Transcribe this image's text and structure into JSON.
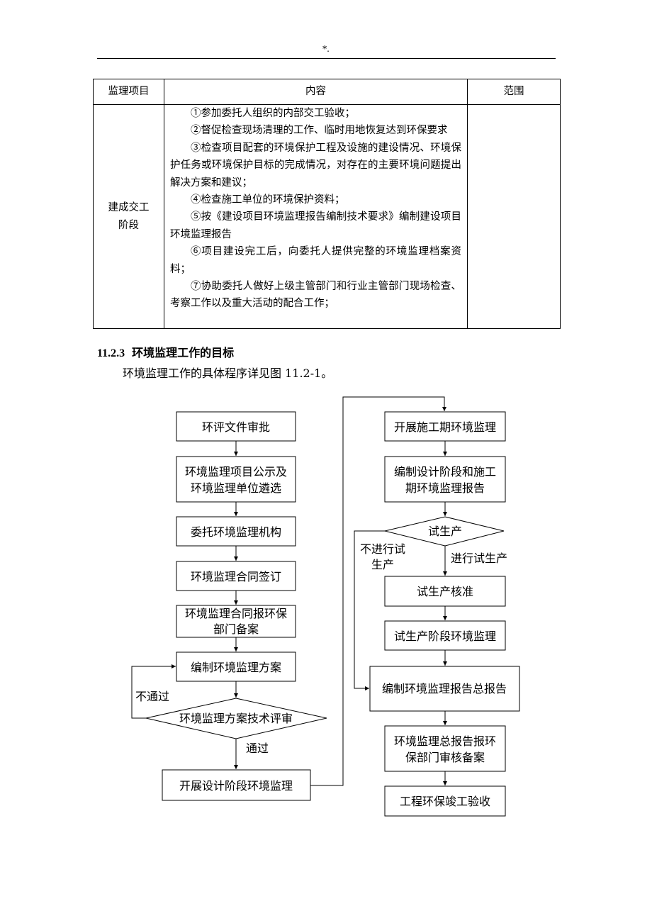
{
  "header": {
    "mark": "*."
  },
  "table": {
    "headers": [
      "监理项目",
      "内容",
      "范围"
    ],
    "row": {
      "stage_line1": "建成交工",
      "stage_line2": "阶段",
      "items": [
        "①参加委托人组织的内部交工验收；",
        "②督促检查现场清理的工作、临时用地恢复达到环保要求",
        "③检查项目配套的环境保护工程及设施的建设情况、环境保护任务或环境保护目标的完成情况，对存在的主要环境问题提出解决方案和建议；",
        "④检查施工单位的环境保护资料；",
        "⑤按《建设项目环境监理报告编制技术要求》编制建设项目环境监理报告",
        "⑥项目建设完工后，向委托人提供完整的环境监理档案资料；",
        "⑦协助委托人做好上级主管部门和行业主管部门现场检查、考察工作以及重大活动的配合工作；"
      ],
      "scope": ""
    }
  },
  "section": {
    "number": "11.2.3",
    "title": "环境监理工作的目标",
    "intro": "环境监理工作的具体程序详见图 11.2-1。"
  },
  "flow": {
    "left": {
      "b1": "环评文件审批",
      "b2_l1": "环境监理项目公示及",
      "b2_l2": "环境监理单位遴选",
      "b3": "委托环境监理机构",
      "b4": "环境监理合同签订",
      "b5_l1": "环境监理合同报环保",
      "b5_l2": "部门备案",
      "b6": "编制环境监理方案",
      "d1": "环境监理方案技术评审",
      "fail": "不通过",
      "pass": "通过",
      "b7": "开展设计阶段环境监理"
    },
    "right": {
      "b1": "开展施工期环境监理",
      "b2_l1": "编制设计阶段和施工",
      "b2_l2": "期环境监理报告",
      "d1": "试生产",
      "no_l1": "不进行试",
      "no_l2": "生产",
      "yes": "进行试生产",
      "b3": "试生产核准",
      "b4": "试生产阶段环境监理",
      "b5": "编制环境监理报告总报告",
      "b6_l1": "环境监理总报告报环",
      "b6_l2": "保部门审核备案",
      "b7": "工程环保竣工验收"
    }
  }
}
